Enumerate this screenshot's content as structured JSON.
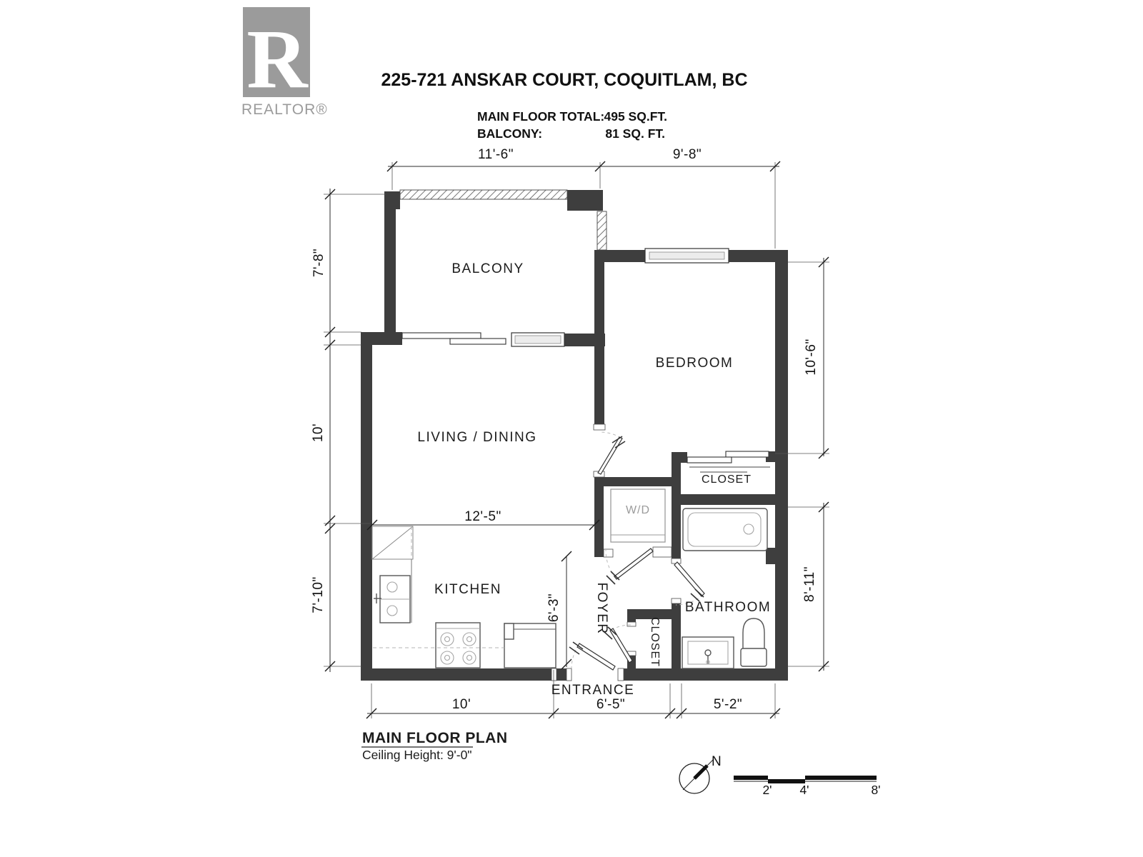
{
  "header": {
    "logo": {
      "r": "R",
      "label": "REALTOR®"
    },
    "title": "225-721 ANSKAR COURT, COQUITLAM, BC",
    "stats": {
      "main_floor_label": "MAIN FLOOR TOTAL:",
      "main_floor_value": "495 SQ.FT.",
      "balcony_label": "BALCONY:",
      "balcony_value": "81 SQ. FT."
    }
  },
  "rooms": {
    "balcony": "BALCONY",
    "bedroom": "BEDROOM",
    "living_dining": "LIVING / DINING",
    "bedroom_closet": "CLOSET",
    "washer_dryer": "W/D",
    "kitchen": "KITCHEN",
    "foyer": "FOYER",
    "bathroom": "BATHROOM",
    "foyer_closet": "CLOSET",
    "entrance": "ENTRANCE"
  },
  "dimensions": {
    "top_left": "11'-6\"",
    "top_right": "9'-8\"",
    "left_balcony": "7'-8\"",
    "left_living": "10'",
    "left_kitchen": "7'-10\"",
    "right_bedroom": "10'-6\"",
    "right_bathroom": "8'-11\"",
    "living_width": "12'-5\"",
    "foyer_depth": "6'-3\"",
    "bottom_kitchen": "10'",
    "bottom_foyer": "6'-5\"",
    "bottom_bathroom": "5'-2\""
  },
  "footer": {
    "plan_title": "MAIN FLOOR PLAN",
    "ceiling_height": "Ceiling Height: 9'-0\"",
    "north": "N",
    "scale_labels": [
      "2'",
      "4'",
      "8'"
    ]
  },
  "colors": {
    "wall": "#3e3e3e",
    "logo_gray": "#9b9b9b"
  }
}
